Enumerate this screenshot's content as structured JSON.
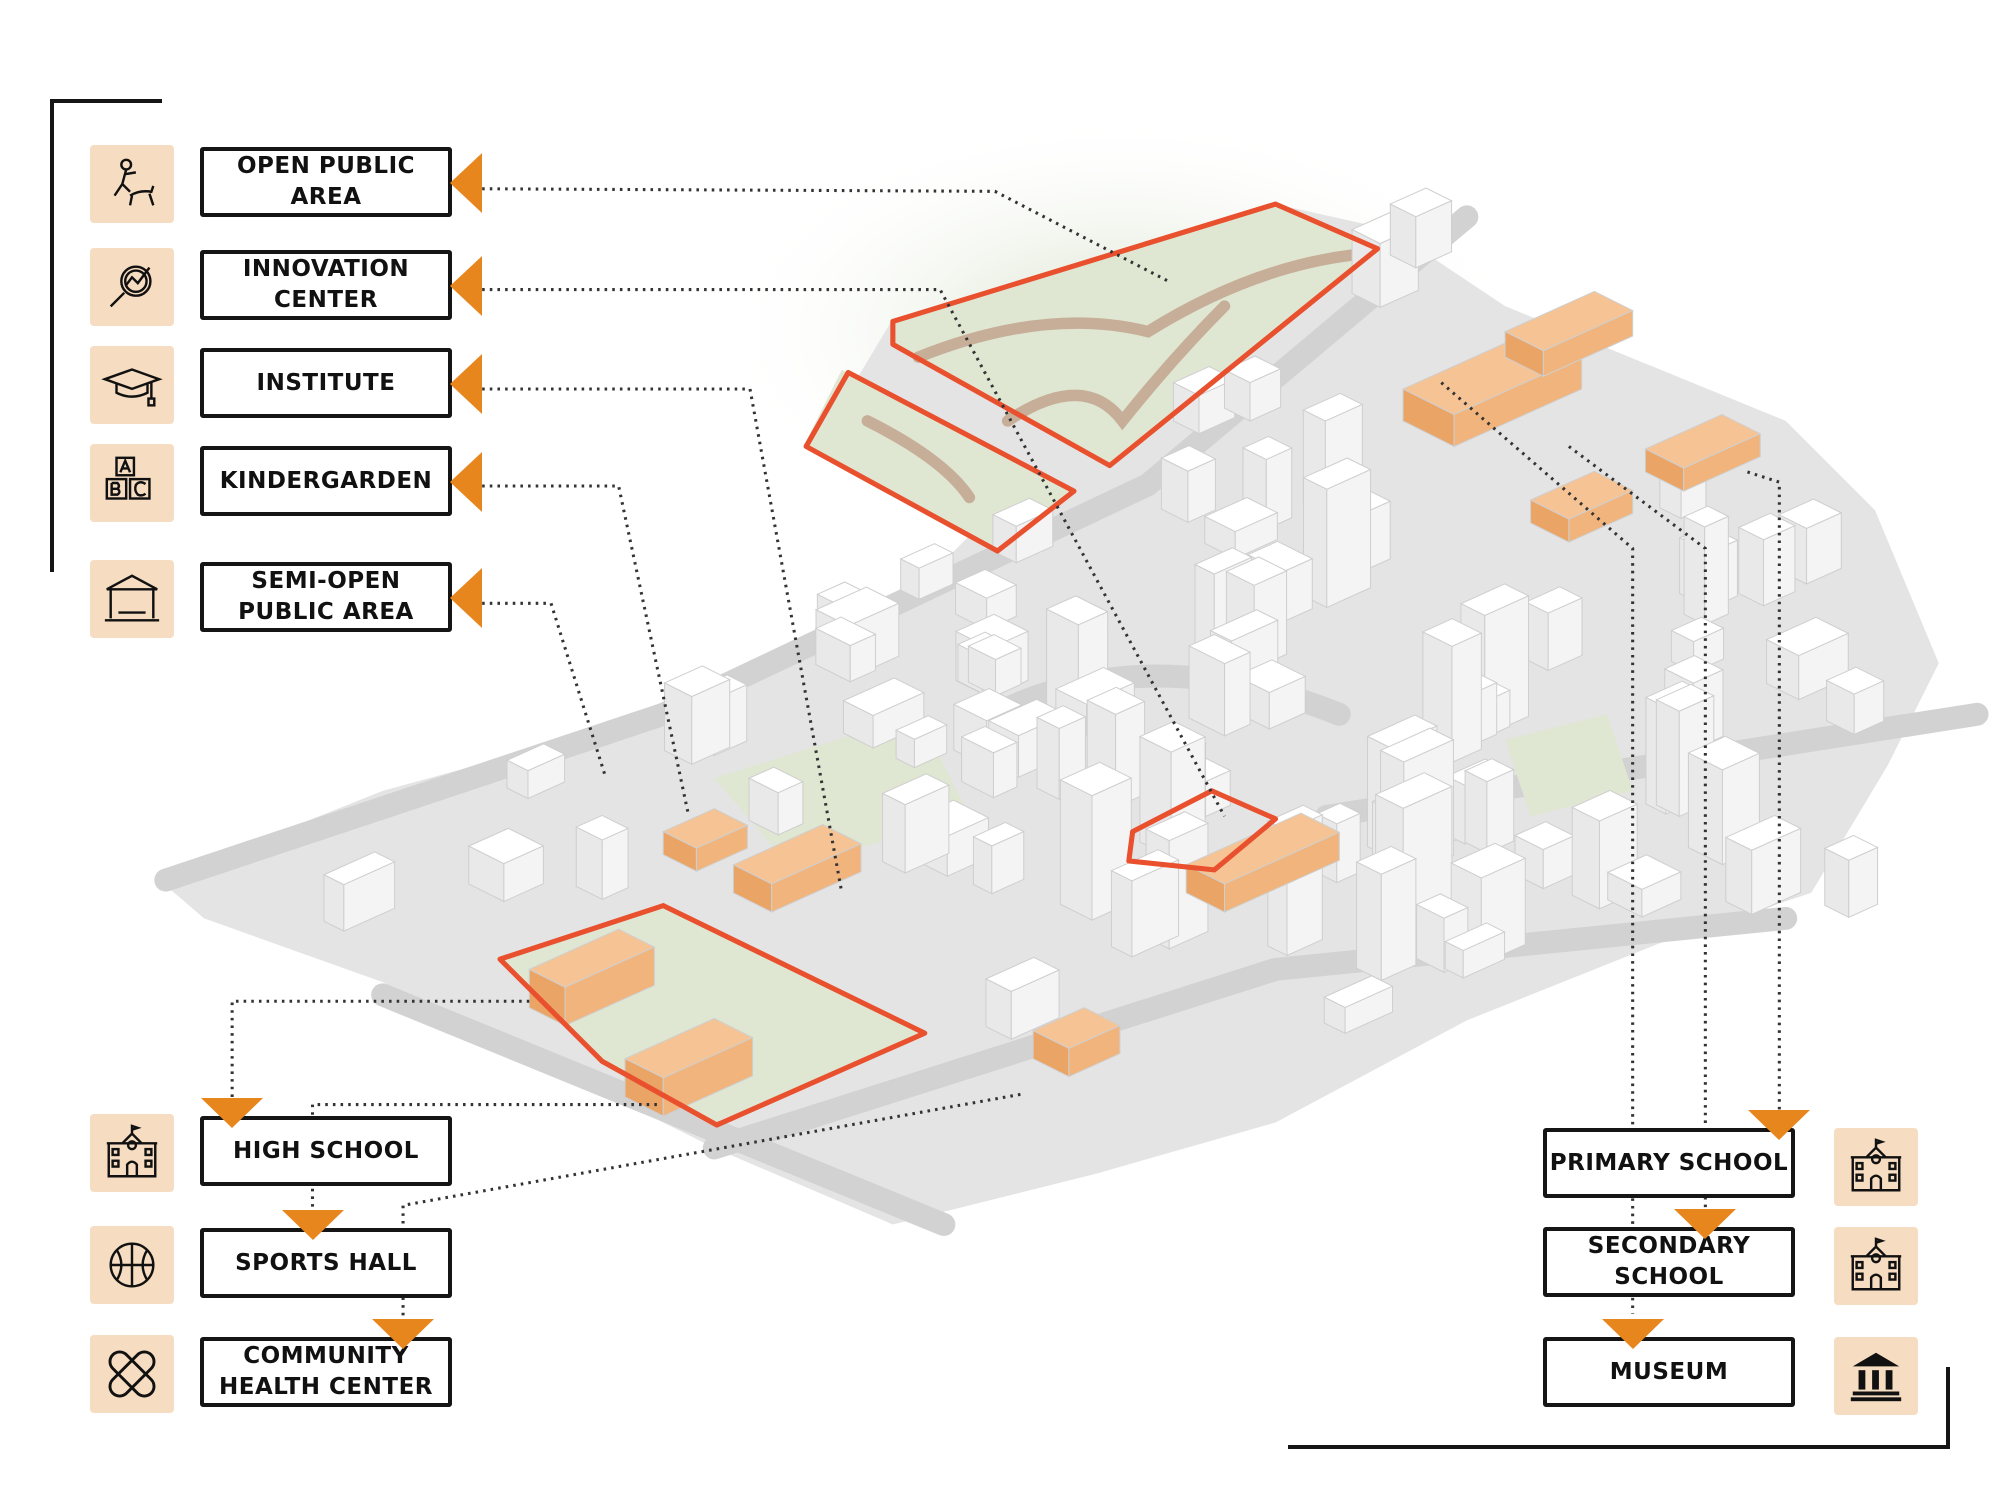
{
  "colors": {
    "accent": "#e8861e",
    "highlight_building": "#f2b57e",
    "outline": "#e8502e",
    "icon_tile": "#f6dcc0",
    "park": "#dfe6d2"
  },
  "left_legend": [
    {
      "label": "OPEN PUBLIC AREA",
      "icon": "person-walking-dog-icon"
    },
    {
      "label": "INNOVATION CENTER",
      "icon": "magnifier-chart-icon"
    },
    {
      "label": "INSTITUTE",
      "icon": "graduation-cap-icon"
    },
    {
      "label": "KINDERGARDEN",
      "icon": "abc-blocks-icon"
    },
    {
      "label": "SEMI-OPEN PUBLIC AREA",
      "icon": "gazebo-icon"
    }
  ],
  "bottom_left_legend": [
    {
      "label": "HIGH SCHOOL",
      "icon": "school-building-icon"
    },
    {
      "label": "SPORTS HALL",
      "icon": "basketball-icon"
    },
    {
      "label": "COMMUNITY HEALTH CENTER",
      "icon": "bandage-icon"
    }
  ],
  "right_legend": [
    {
      "label": "PRIMARY SCHOOL",
      "icon": "school-building-icon"
    },
    {
      "label": "SECONDARY SCHOOL",
      "icon": "school-building-icon"
    },
    {
      "label": "MUSEUM",
      "icon": "museum-icon"
    }
  ]
}
